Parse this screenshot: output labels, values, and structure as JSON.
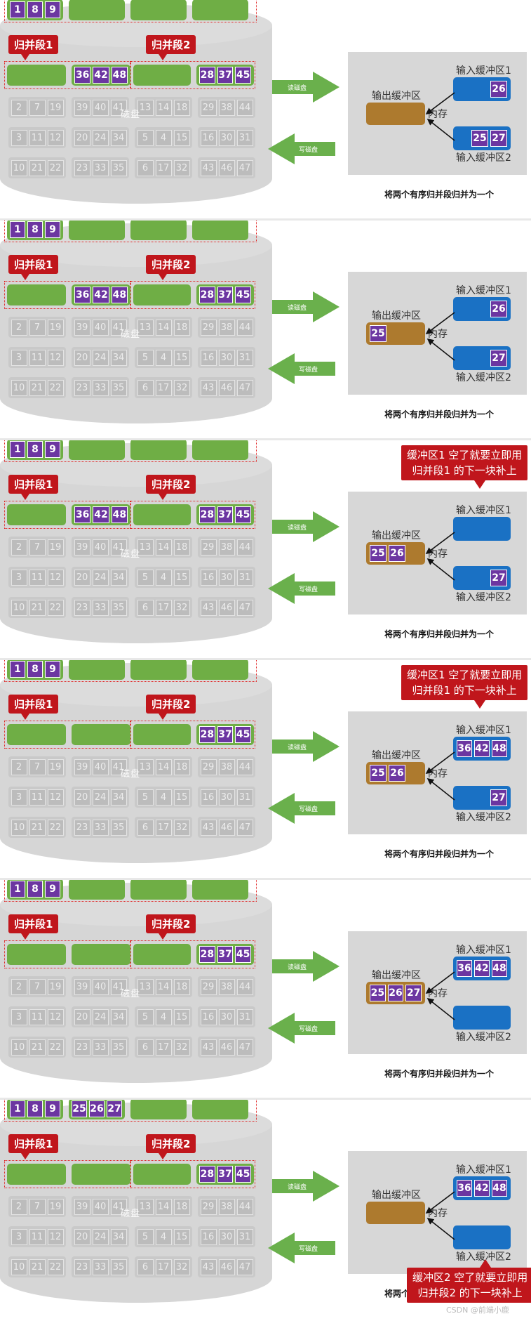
{
  "labels": {
    "segment1": "归并段1",
    "segment2": "归并段2",
    "disk": "磁盘",
    "read_disk": "读磁盘",
    "write_disk": "写磁盘",
    "input_buffer_1": "输入缓冲区1",
    "input_buffer_2": "输入缓冲区2",
    "output_buffer": "输出缓冲区",
    "memory": "内存",
    "caption": "将两个有序归并段归并为一个",
    "note_buffer1_empty_line1": "缓冲区1 空了就要立即用",
    "note_buffer1_empty_line2": "归并段1 的下一块补上",
    "note_buffer2_empty_line1": "缓冲区2 空了就要立即用",
    "note_buffer2_empty_line2": "归并段2 的下一块补上",
    "watermark": "CSDN @前端小鹿"
  },
  "disk_gray_rows": [
    [
      [
        "2",
        "7",
        "19"
      ],
      [
        "39",
        "40",
        "41"
      ],
      [
        "13",
        "14",
        "18"
      ],
      [
        "29",
        "38",
        "44"
      ]
    ],
    [
      [
        "3",
        "11",
        "12"
      ],
      [
        "20",
        "24",
        "34"
      ],
      [
        "5",
        "4",
        "15"
      ],
      [
        "16",
        "30",
        "31"
      ]
    ],
    [
      [
        "10",
        "21",
        "22"
      ],
      [
        "23",
        "33",
        "35"
      ],
      [
        "6",
        "17",
        "32"
      ],
      [
        "43",
        "46",
        "47"
      ]
    ]
  ],
  "steps": [
    {
      "top_row": [
        [
          "1",
          "8",
          "9"
        ],
        [],
        [],
        []
      ],
      "seg1_blocks": [
        [],
        [
          "36",
          "42",
          "48"
        ]
      ],
      "seg2_blocks": [
        [],
        [
          "28",
          "37",
          "45"
        ]
      ],
      "output": [],
      "input1": [
        "26"
      ],
      "input2": [
        "25",
        "27"
      ],
      "note": ""
    },
    {
      "top_row": [
        [
          "1",
          "8",
          "9"
        ],
        [],
        [],
        []
      ],
      "seg1_blocks": [
        [],
        [
          "36",
          "42",
          "48"
        ]
      ],
      "seg2_blocks": [
        [],
        [
          "28",
          "37",
          "45"
        ]
      ],
      "output": [
        "25"
      ],
      "input1": [
        "26"
      ],
      "input2": [
        "27"
      ],
      "note": ""
    },
    {
      "top_row": [
        [
          "1",
          "8",
          "9"
        ],
        [],
        [],
        []
      ],
      "seg1_blocks": [
        [],
        [
          "36",
          "42",
          "48"
        ]
      ],
      "seg2_blocks": [
        [],
        [
          "28",
          "37",
          "45"
        ]
      ],
      "output": [
        "25",
        "26"
      ],
      "input1": [],
      "input2": [
        "27"
      ],
      "note": "buffer1"
    },
    {
      "top_row": [
        [
          "1",
          "8",
          "9"
        ],
        [],
        [],
        []
      ],
      "seg1_blocks": [
        [],
        []
      ],
      "seg2_blocks": [
        [],
        [
          "28",
          "37",
          "45"
        ]
      ],
      "output": [
        "25",
        "26"
      ],
      "input1": [
        "36",
        "42",
        "48"
      ],
      "input2": [
        "27"
      ],
      "note": "buffer1"
    },
    {
      "top_row": [
        [
          "1",
          "8",
          "9"
        ],
        [],
        [],
        []
      ],
      "seg1_blocks": [
        [],
        []
      ],
      "seg2_blocks": [
        [],
        [
          "28",
          "37",
          "45"
        ]
      ],
      "output": [
        "25",
        "26",
        "27"
      ],
      "input1": [
        "36",
        "42",
        "48"
      ],
      "input2": [],
      "note": ""
    },
    {
      "top_row": [
        [
          "1",
          "8",
          "9"
        ],
        [
          "25",
          "26",
          "27"
        ],
        [],
        []
      ],
      "seg1_blocks": [
        [],
        []
      ],
      "seg2_blocks": [
        [],
        [
          "28",
          "37",
          "45"
        ]
      ],
      "output": [],
      "input1": [
        "36",
        "42",
        "48"
      ],
      "input2": [],
      "note": "buffer2"
    }
  ],
  "colors": {
    "green": "#6fae45",
    "purple": "#6c36a1",
    "red": "#c0161c",
    "blue": "#1a71c4",
    "brown": "#ad7a2e",
    "arrow_green": "#6ab04c"
  }
}
